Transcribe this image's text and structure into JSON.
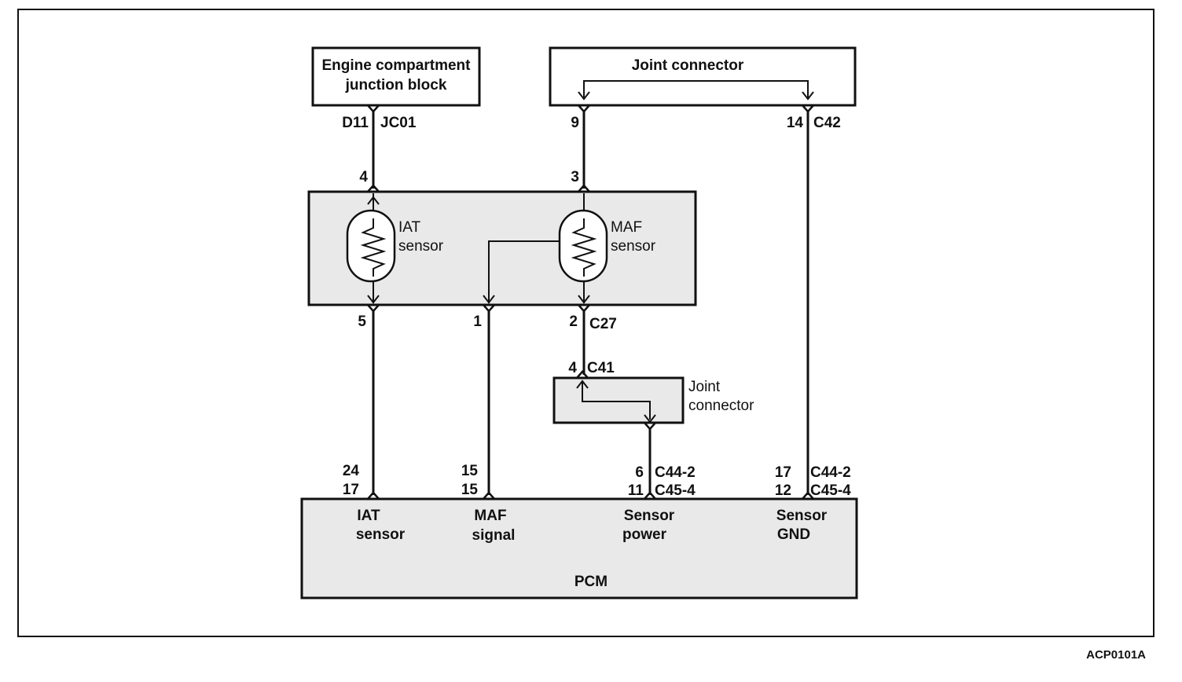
{
  "components": {
    "junction_block": {
      "line1": "Engine compartment",
      "line2": "junction block"
    },
    "joint_connector_top": {
      "label": "Joint connector"
    },
    "joint_connector_bottom": {
      "line1": "Joint",
      "line2": "connector"
    },
    "iat_sensor": {
      "line1": "IAT",
      "line2": "sensor"
    },
    "maf_sensor": {
      "line1": "MAF",
      "line2": "sensor"
    },
    "pcm": {
      "label": "PCM",
      "terminals": [
        {
          "line1": "IAT",
          "line2": "sensor"
        },
        {
          "line1": "MAF",
          "line2": "signal"
        },
        {
          "line1": "Sensor",
          "line2": "power"
        },
        {
          "line1": "Sensor",
          "line2": "GND"
        }
      ]
    }
  },
  "pins": {
    "d11": "D11",
    "jc01": "JC01",
    "p9": "9",
    "p14": "14",
    "c42": "C42",
    "p4_top": "4",
    "p3_top": "3",
    "p5": "5",
    "p1": "1",
    "p2": "2",
    "c27": "C27",
    "p4_c41": "4",
    "c41": "C41",
    "pcm_iat_a": "24",
    "pcm_iat_b": "17",
    "pcm_maf_a": "15",
    "pcm_maf_b": "15",
    "pcm_pwr_a": "6",
    "pcm_pwr_conn_a": "C44-2",
    "pcm_pwr_b": "11",
    "pcm_pwr_conn_b": "C45-4",
    "pcm_gnd_a": "17",
    "pcm_gnd_conn_a": "C44-2",
    "pcm_gnd_b": "12",
    "pcm_gnd_conn_b": "C45-4"
  },
  "figure_id": "ACP0101A"
}
